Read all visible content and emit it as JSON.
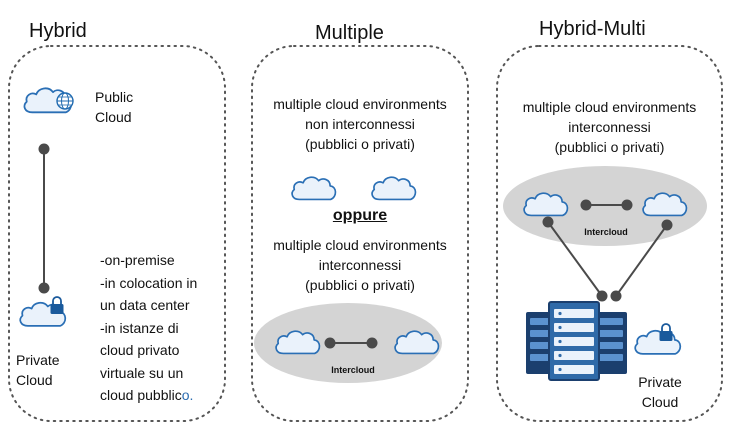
{
  "panels": {
    "hybrid": {
      "title": "Hybrid",
      "public_cloud": [
        "Public",
        "Cloud"
      ],
      "private_cloud": [
        "Private",
        "Cloud"
      ],
      "deployment_options": [
        "-on-premise",
        "-in colocation in",
        "un data center",
        "-in istanze di",
        "cloud privato",
        "virtuale su un",
        "cloud pubblic"
      ],
      "deployment_tail": "o."
    },
    "multiple": {
      "title": "Multiple",
      "desc_non_interconnected": [
        "multiple cloud environments",
        "non interconnessi",
        "(pubblici o privati)"
      ],
      "or_label": "oppure",
      "desc_interconnected": [
        "multiple cloud environments",
        "interconnessi",
        "(pubblici o privati)"
      ],
      "intercloud_label": "Intercloud"
    },
    "hybrid_multi": {
      "title": "Hybrid-Multi",
      "desc": [
        "multiple cloud environments",
        "interconnessi",
        "(pubblici o privati)"
      ],
      "intercloud_label": "Intercloud",
      "private_cloud": [
        "Private",
        "Cloud"
      ]
    }
  },
  "colors": {
    "cloud_stroke": "#2a6fb5",
    "cloud_fill_light": "#e8f1fb",
    "globe": "#1f6ab0",
    "lock": "#1a5a9c",
    "connector": "#4a4a4a",
    "ellipse": "#d4d4d4",
    "server_dark": "#1b3f6e",
    "server_mid": "#2f6aa8",
    "border": "#555555"
  }
}
